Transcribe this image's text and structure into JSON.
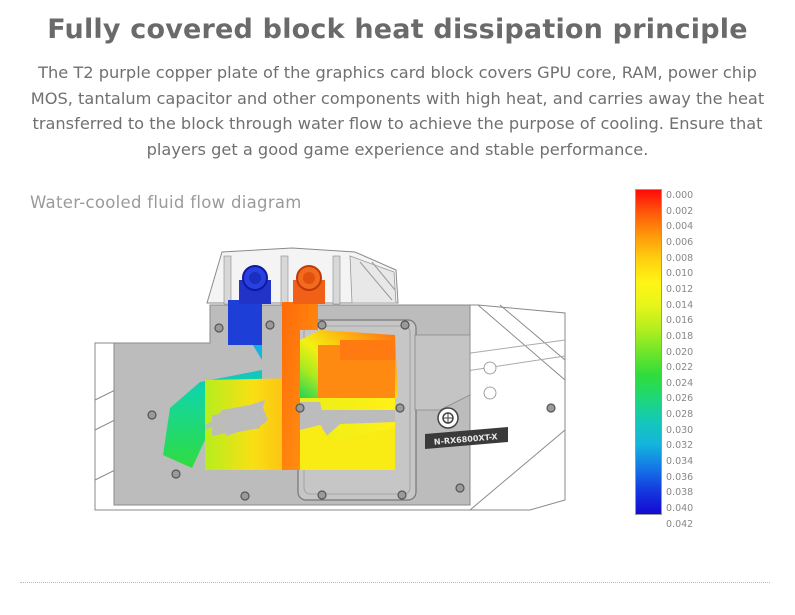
{
  "header": {
    "title": "Fully covered block heat dissipation principle",
    "description_lines": [
      "The T2 purple copper plate of the graphics card block covers GPU core, RAM, power chip",
      "MOS, tantalum capacitor and other components with high heat, and carries away the heat",
      "transferred to the block through water flow to achieve the purpose of cooling. Ensure that",
      "players get a good game experience and stable performance."
    ]
  },
  "diagram": {
    "subtitle": "Water-cooled fluid flow diagram",
    "model_label": "N-RX6800XT-X",
    "colors": {
      "inlet": "#1e2fd0",
      "outlet": "#f05a14",
      "block_plate": "#bcbcbc"
    }
  },
  "legend": {
    "labels": [
      "0.000",
      "0.002",
      "0.004",
      "0.006",
      "0.008",
      "0.010",
      "0.012",
      "0.014",
      "0.016",
      "0.018",
      "0.020",
      "0.022",
      "0.024",
      "0.026",
      "0.028",
      "0.030",
      "0.032",
      "0.034",
      "0.036",
      "0.038",
      "0.040",
      "0.042"
    ],
    "gradient": [
      "#ff0a0a",
      "#ff5a0a",
      "#ff9a0a",
      "#ffd010",
      "#fff514",
      "#e6f51a",
      "#b4ee1e",
      "#6ee62a",
      "#30dc3a",
      "#1ed878",
      "#14c8b8",
      "#14b4dc",
      "#1478e6",
      "#1438e0",
      "#140ad2"
    ]
  }
}
